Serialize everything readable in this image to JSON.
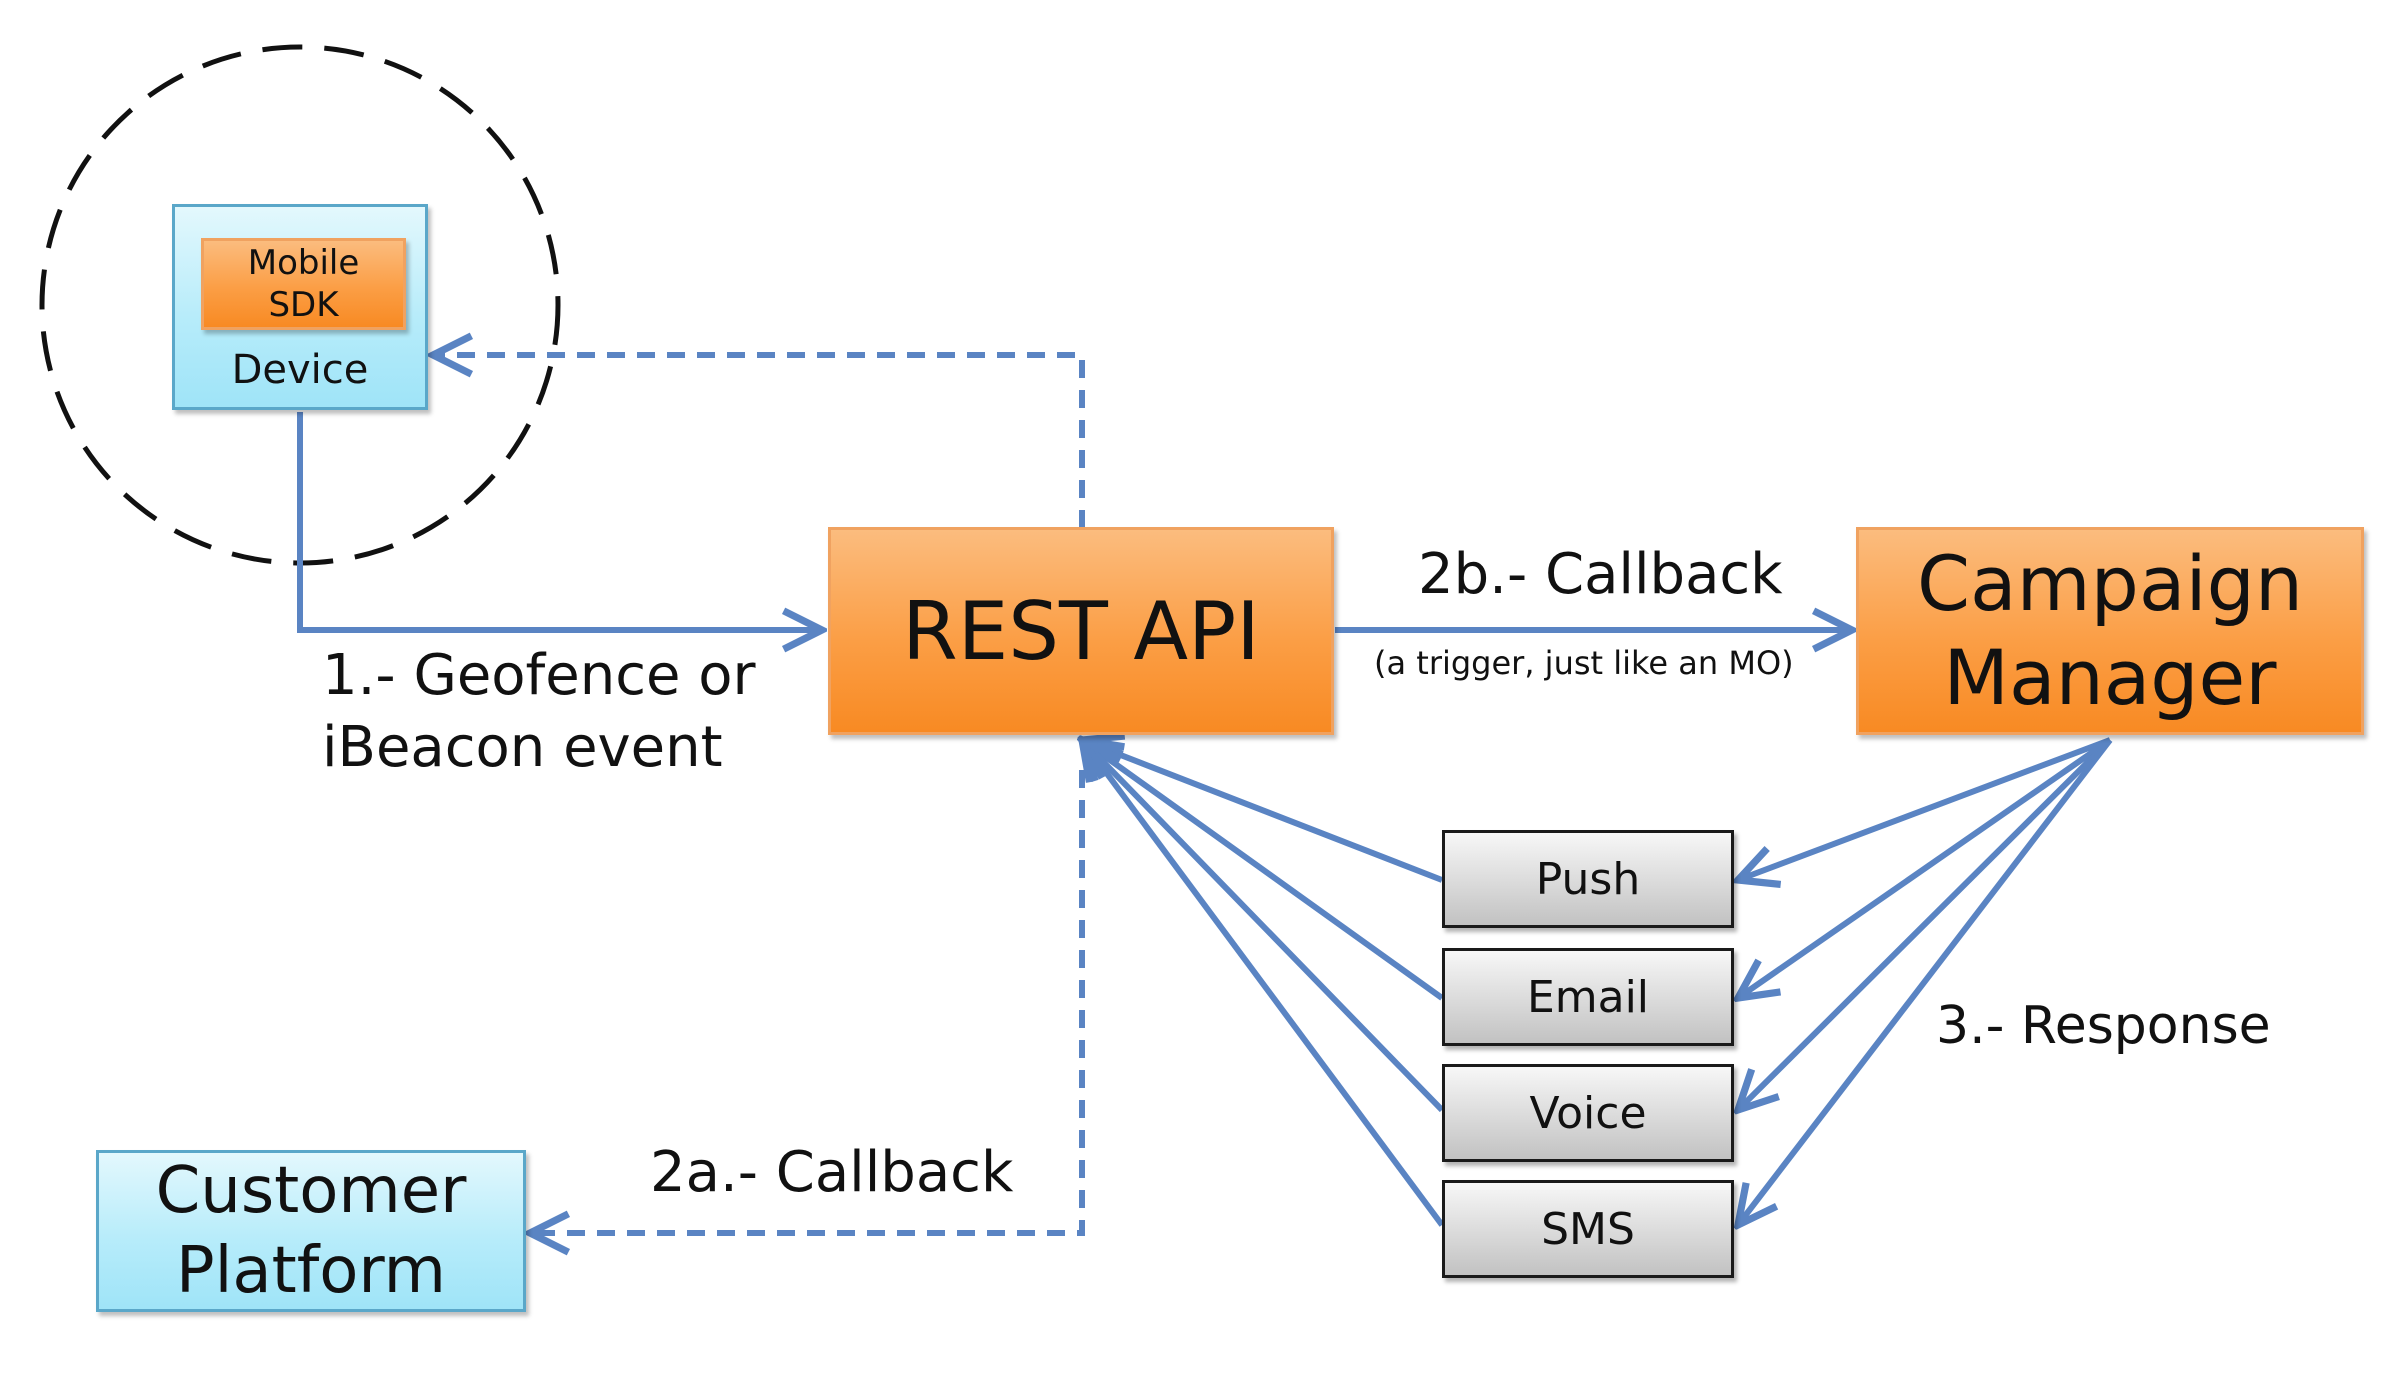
{
  "nodes": {
    "mobile_sdk": "Mobile\nSDK",
    "device": "Device",
    "rest_api": "REST API",
    "campaign_manager": "Campaign\nManager",
    "customer_platform": "Customer\nPlatform",
    "channels": [
      "Push",
      "Email",
      "Voice",
      "SMS"
    ]
  },
  "edges": {
    "step1": "1.- Geofence or\niBeacon event",
    "step2b": "2b.- Callback",
    "step2b_note": "(a trigger, just like an MO)",
    "step2a": "2a.- Callback",
    "step3": "3.- Response"
  },
  "colors": {
    "arrow": "#5a84c3",
    "node_orange": "#fb9e45",
    "node_cyan": "#b7ecfa",
    "node_grey": "#d6d6d6"
  }
}
